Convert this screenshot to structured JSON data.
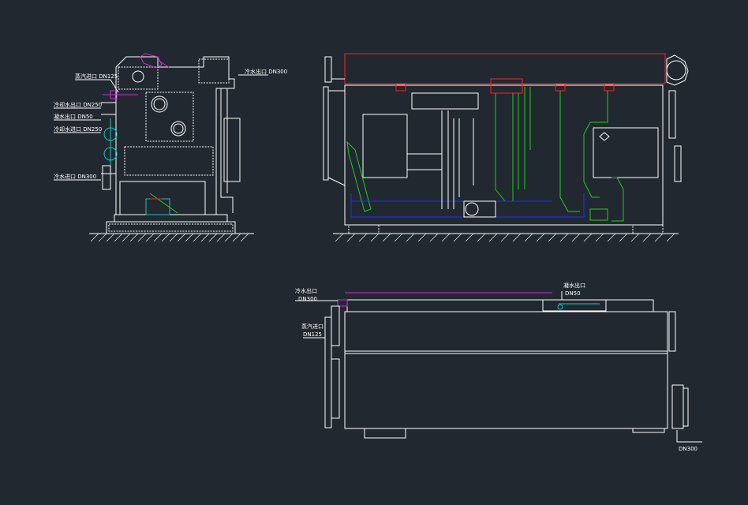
{
  "colors": {
    "background": "#212830",
    "line": "#ffffff",
    "green": "#22cc22",
    "red": "#ff2020",
    "blue": "#2030ff",
    "magenta": "#d030d0",
    "cyan": "#20c0c0"
  },
  "side_view": {
    "label_dn125": "蒸汽进口 DN125",
    "label_dn300_top": "冷水出口 DN300",
    "label_dn250_a": "冷却水出口 DN250",
    "label_dn50": "凝水出口 DN50",
    "label_dn250_b": "冷却水进口 DN250",
    "label_dn300_bottom": "冷水进口 DN300"
  },
  "plan_view": {
    "label_dn300_left": "冷水出口",
    "label_dn300_left_size": "DN300",
    "label_dn125_name": "蒸汽进口",
    "label_dn125_size": "DN125",
    "label_dn50_name": "凝水出口",
    "label_dn50_size": "DN50",
    "label_dn300_right_size": "DN300"
  }
}
